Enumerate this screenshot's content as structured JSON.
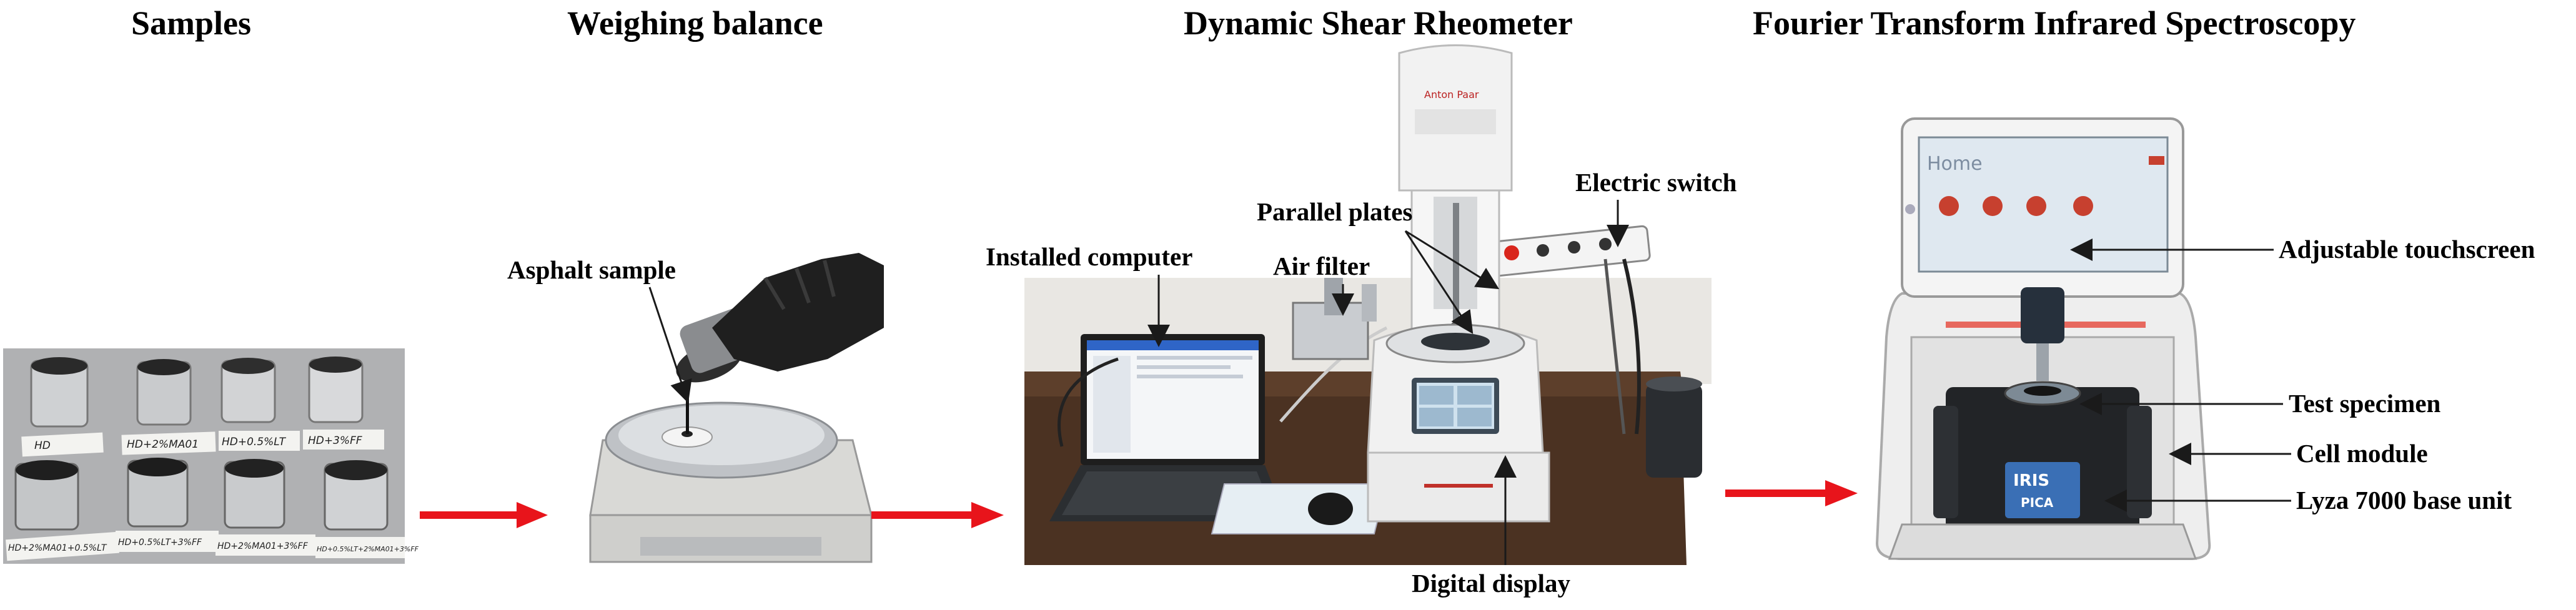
{
  "stages": {
    "samples": {
      "title": "Samples"
    },
    "balance": {
      "title": "Weighing balance",
      "labels": {
        "asphalt_sample": "Asphalt sample"
      }
    },
    "dsr": {
      "title": "Dynamic Shear Rheometer",
      "labels": {
        "installed_computer": "Installed computer",
        "air_filter": "Air filter",
        "parallel_plates": "Parallel plates",
        "electric_switch": "Electric switch",
        "digital_display": "Digital display",
        "brand": "Anton Paar"
      }
    },
    "ftir": {
      "title": "Fourier Transform Infrared Spectroscopy",
      "labels": {
        "adjustable_touchscreen": "Adjustable touchscreen",
        "test_specimen": "Test specimen",
        "cell_module": "Cell module",
        "base_unit": "Lyza 7000 base unit",
        "screen_home": "Home",
        "badge_top": "IRIS",
        "badge_bottom": "PICA"
      }
    }
  },
  "sample_tags": [
    "HD",
    "HD+2%MA01",
    "HD+0.5%LT",
    "HD+3%FF",
    "HD+2%MA01+0.5%LT",
    "HD+0.5%LT+3%FF",
    "HD+2%MA01+3%FF",
    "HD+0.5%LT+2%MA01+3%FF"
  ],
  "colors": {
    "arrow": "#e8141b",
    "label_line": "#1a1a1a"
  },
  "icons": {
    "flow_arrow": "right-arrow-icon",
    "laptop": "laptop-icon",
    "mouse": "mouse-icon"
  }
}
